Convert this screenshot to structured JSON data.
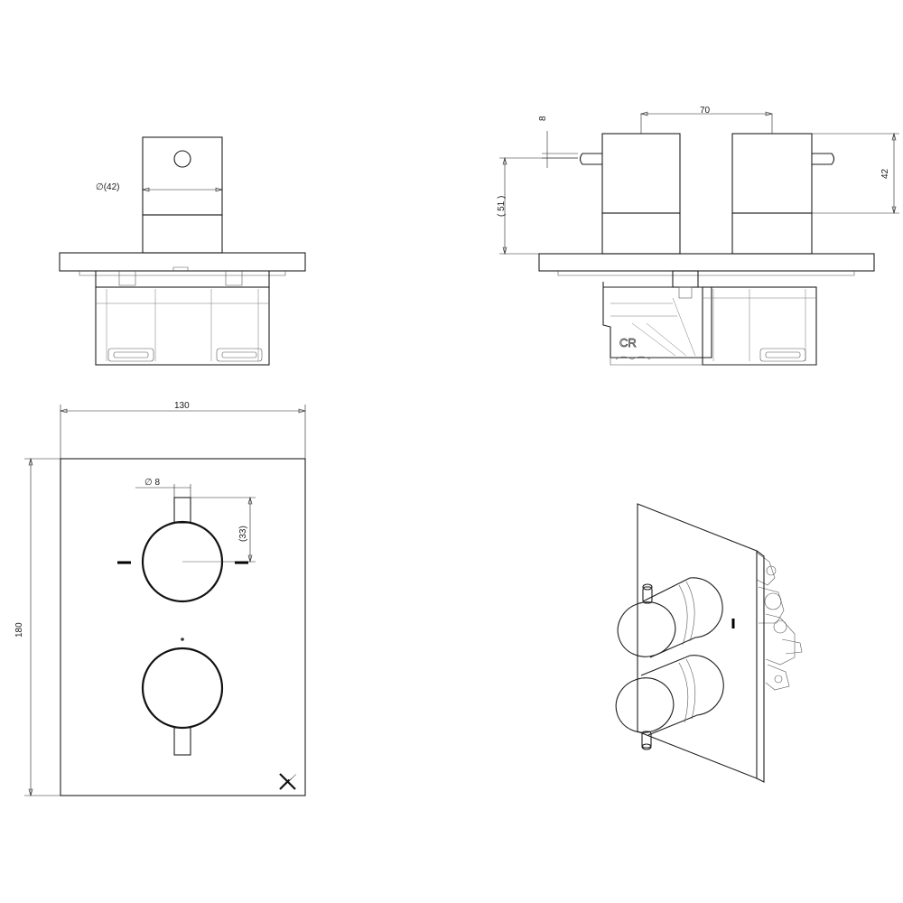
{
  "dimensions": {
    "knob_diameter": "∅(42)",
    "handle_protrusion": "8",
    "knob_spacing": "70",
    "knob_depth": "42",
    "knob_height": "( 51 )",
    "plate_width": "130",
    "plate_height": "180",
    "lever_diameter": "∅ 8",
    "lever_offset": "(33)"
  },
  "logo": "CR"
}
